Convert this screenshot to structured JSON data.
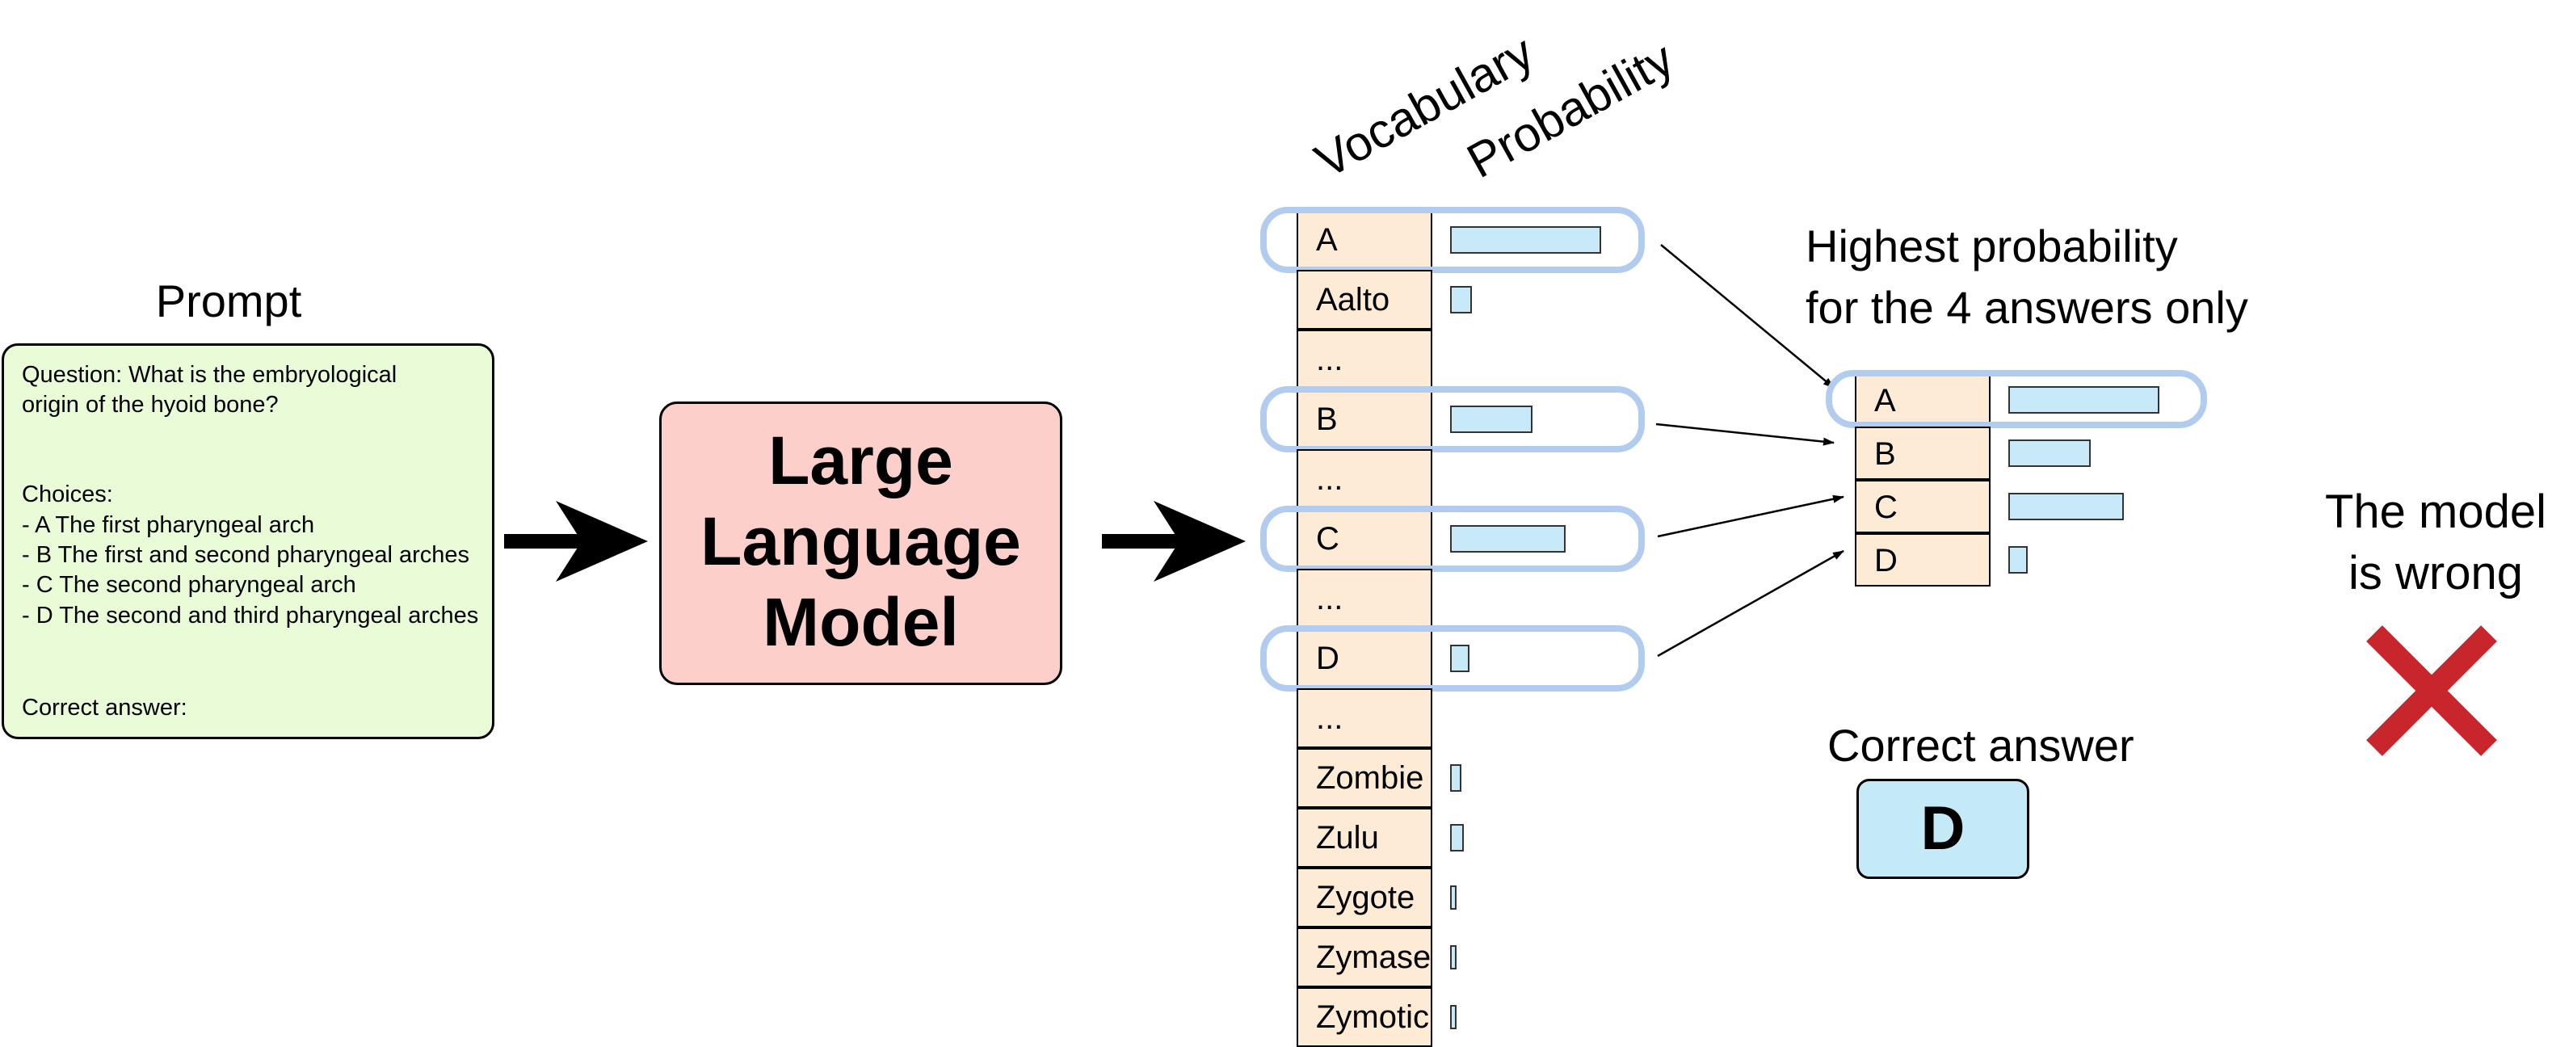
{
  "prompt": {
    "title": "Prompt",
    "lines": [
      "Question: What is the embryological",
      "origin of the hyoid bone?",
      "Choices:",
      "- A The first pharyngeal arch",
      "- B The first and second pharyngeal arches",
      "- C The second pharyngeal arch",
      "- D The second and third pharyngeal arches",
      "Correct answer:"
    ]
  },
  "model": {
    "lines": [
      "Large",
      "Language",
      "Model"
    ]
  },
  "vocabulary": {
    "col_header": "Vocabulary",
    "prob_header": "Probability",
    "rows": [
      {
        "token": "A",
        "probability": 0.55,
        "highlighted": true
      },
      {
        "token": "Aalto",
        "probability": 0.08,
        "highlighted": false
      },
      {
        "token": "...",
        "probability": null,
        "highlighted": false
      },
      {
        "token": "B",
        "probability": 0.3,
        "highlighted": true
      },
      {
        "token": "...",
        "probability": null,
        "highlighted": false
      },
      {
        "token": "C",
        "probability": 0.42,
        "highlighted": true
      },
      {
        "token": "...",
        "probability": null,
        "highlighted": false
      },
      {
        "token": "D",
        "probability": 0.07,
        "highlighted": true
      },
      {
        "token": "...",
        "probability": null,
        "highlighted": false
      },
      {
        "token": "Zombie",
        "probability": 0.04,
        "highlighted": false
      },
      {
        "token": "Zulu",
        "probability": 0.05,
        "highlighted": false
      },
      {
        "token": "Zygote",
        "probability": 0.02,
        "highlighted": false
      },
      {
        "token": "Zymase",
        "probability": 0.02,
        "highlighted": false
      },
      {
        "token": "Zymotic",
        "probability": 0.01,
        "highlighted": false
      }
    ]
  },
  "answers": {
    "caption_line1": "Highest probability",
    "caption_line2": "for the 4 answers only",
    "rows": [
      {
        "token": "A",
        "probability": 0.55,
        "highlighted": true
      },
      {
        "token": "B",
        "probability": 0.3,
        "highlighted": false
      },
      {
        "token": "C",
        "probability": 0.42,
        "highlighted": false
      },
      {
        "token": "D",
        "probability": 0.07,
        "highlighted": false
      }
    ]
  },
  "correct": {
    "label": "Correct answer",
    "value": "D"
  },
  "verdict": {
    "line1": "The model",
    "line2": "is wrong"
  },
  "colors": {
    "prompt_bg": "#eafbd8",
    "model_bg": "#fdcfcb",
    "cell_bg": "#fdebd6",
    "bar_fill": "#c8e9f8",
    "highlight": "#b2ccf0",
    "correct_bg": "#c4eaf8",
    "cross": "#c8252c"
  }
}
